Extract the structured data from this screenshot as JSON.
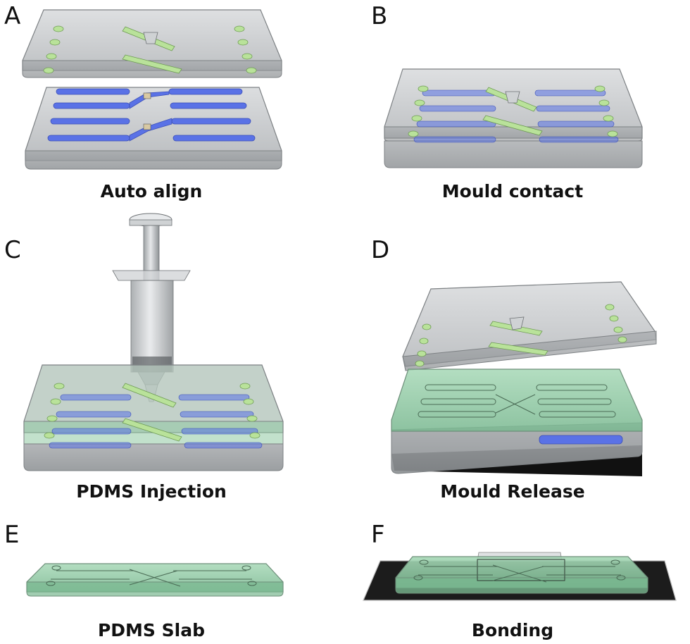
{
  "panels": [
    {
      "letter": "A",
      "caption": "Auto align"
    },
    {
      "letter": "B",
      "caption": "Mould contact"
    },
    {
      "letter": "C",
      "caption": "PDMS Injection"
    },
    {
      "letter": "D",
      "caption": "Mould Release"
    },
    {
      "letter": "E",
      "caption": "PDMS Slab"
    },
    {
      "letter": "F",
      "caption": "Bonding"
    }
  ],
  "colors": {
    "mould_plate": "#b9bcbf",
    "mould_edge": "#7d8184",
    "channel_blue": "#5a72e6",
    "pin_green": "#b9e29a",
    "pdms_green": "#8fc9a3",
    "substrate_dark": "#1c1c1c"
  }
}
